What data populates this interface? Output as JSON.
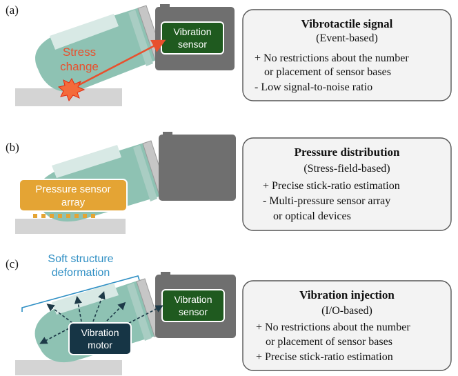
{
  "panels": [
    {
      "label": "(a)",
      "card": {
        "title": "Vibrotactile signal",
        "subtitle": "(Event-based)",
        "points": [
          "+ No restrictions about the number",
          "or placement  of sensor bases",
          "-  Low signal-to-noise ratio"
        ]
      },
      "sensor_label": [
        "Vibration",
        "sensor"
      ],
      "annotation": [
        "Stress",
        "change"
      ]
    },
    {
      "label": "(b)",
      "card": {
        "title": "Pressure distribution",
        "subtitle": "(Stress-field-based)",
        "points": [
          "+ Precise stick-ratio estimation",
          "-  Multi-pressure sensor array",
          "or optical devices"
        ]
      },
      "array_label": [
        "Pressure sensor",
        "array"
      ]
    },
    {
      "label": "(c)",
      "card": {
        "title": "Vibration injection",
        "subtitle": "(I/O-based)",
        "points": [
          "+ No restrictions  about the number",
          "or placement  of sensor bases",
          "+  Precise stick-ratio estimation"
        ]
      },
      "sensor_label": [
        "Vibration",
        "sensor"
      ],
      "motor_label": [
        "Vibration",
        "motor"
      ],
      "annotation": [
        "Soft structure",
        "deformation"
      ]
    }
  ],
  "colors": {
    "finger_body": "#8ec2b3",
    "finger_light": "#d8e9e5",
    "sensor_housing": "#6f6f6f",
    "sensor_box": "#1f5a1f",
    "motor_box": "#163545",
    "stress_text": "#e8502d",
    "pressure_array": "#e4a434",
    "annotation_blue": "#2f8fc4",
    "card_bg": "#f3f3f3",
    "card_border": "#555555",
    "surface": "#d4d4d4"
  }
}
